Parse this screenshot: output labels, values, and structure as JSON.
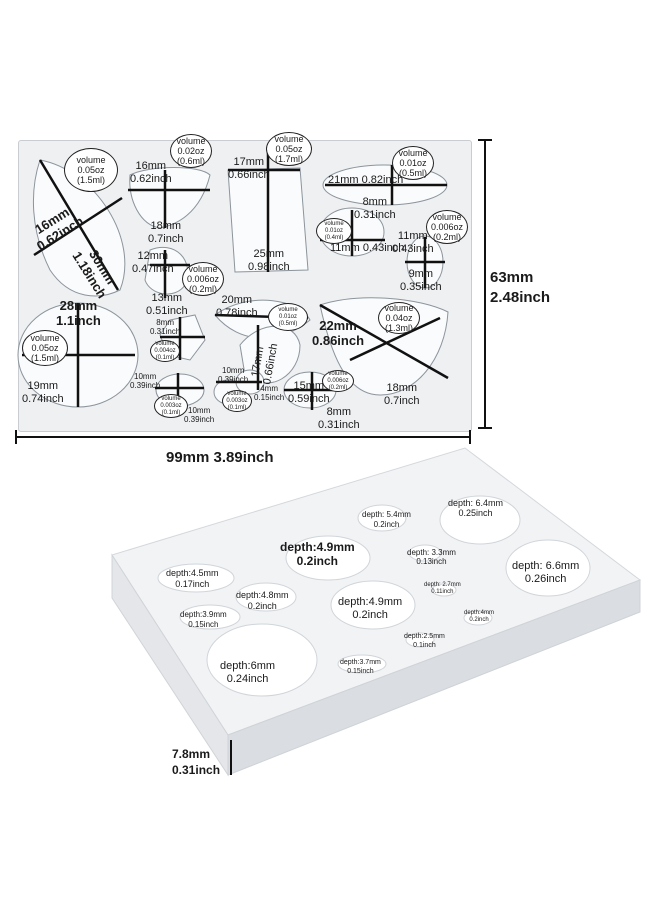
{
  "top_view": {
    "bubbles": [
      {
        "id": "b1",
        "l1": "volume",
        "l2": "0.05oz",
        "l3": "(1.5ml)"
      },
      {
        "id": "b2",
        "l1": "volume",
        "l2": "0.02oz",
        "l3": "(0.6ml)"
      },
      {
        "id": "b3",
        "l1": "volume",
        "l2": "0.05oz",
        "l3": "(1.7ml)"
      },
      {
        "id": "b4",
        "l1": "volume",
        "l2": "0.01oz",
        "l3": "(0.5ml)"
      },
      {
        "id": "b5",
        "l1": "volume",
        "l2": "0.006oz",
        "l3": "(0.2ml)"
      },
      {
        "id": "b6",
        "l1": "volume",
        "l2": "0.01oz",
        "l3": "(0.4ml)"
      },
      {
        "id": "b7",
        "l1": "volume",
        "l2": "0.006oz",
        "l3": "(0.2ml)"
      },
      {
        "id": "b8",
        "l1": "volume",
        "l2": "0.01oz",
        "l3": "(0.5ml)"
      },
      {
        "id": "b9",
        "l1": "volume",
        "l2": "0.04oz",
        "l3": "(1.3ml)"
      },
      {
        "id": "b10",
        "l1": "volume",
        "l2": "0.05oz",
        "l3": "(1.5ml)"
      },
      {
        "id": "b11",
        "l1": "volume",
        "l2": "0.004oz",
        "l3": "(0.1ml)"
      },
      {
        "id": "b12",
        "l1": "volume",
        "l2": "0.006oz",
        "l3": "(0.2ml)"
      },
      {
        "id": "b13",
        "l1": "volume",
        "l2": "0.003oz",
        "l3": "(0.1ml)"
      },
      {
        "id": "b14",
        "l1": "volume",
        "l2": "0.003oz",
        "l3": "(0.1ml)"
      }
    ],
    "dims": [
      {
        "id": "d1",
        "mm": "16mm",
        "inch": "0.62inch"
      },
      {
        "id": "d2",
        "mm": "30mm",
        "inch": "1.18inch"
      },
      {
        "id": "d3",
        "mm": "16mm",
        "inch": "0.62inch"
      },
      {
        "id": "d4",
        "mm": "18mm",
        "inch": "0.7inch"
      },
      {
        "id": "d5",
        "mm": "17mm",
        "inch": "0.66inch"
      },
      {
        "id": "d6",
        "mm": "25mm",
        "inch": "0.98inch"
      },
      {
        "id": "d7",
        "mm": "21mm",
        "inch": "0.82inch"
      },
      {
        "id": "d8",
        "mm": "8mm",
        "inch": "0.31inch"
      },
      {
        "id": "d9",
        "mm": "11mm",
        "inch": "0.43inch"
      },
      {
        "id": "d10",
        "mm": "11mm",
        "inch": "0.43inch"
      },
      {
        "id": "d11",
        "mm": "9mm",
        "inch": "0.35inch"
      },
      {
        "id": "d12",
        "mm": "12mm",
        "inch": "0.47inch"
      },
      {
        "id": "d13",
        "mm": "13mm",
        "inch": "0.51inch"
      },
      {
        "id": "d14",
        "mm": "28mm",
        "inch": "1.1inch"
      },
      {
        "id": "d15",
        "mm": "19mm",
        "inch": "0.74inch"
      },
      {
        "id": "d16",
        "mm": "8mm",
        "inch": "0.31inch"
      },
      {
        "id": "d17",
        "mm": "20mm",
        "inch": "0.78inch"
      },
      {
        "id": "d18",
        "mm": "17mm",
        "inch": "0.66inch"
      },
      {
        "id": "d19",
        "mm": "22mm",
        "inch": "0.86inch"
      },
      {
        "id": "d20",
        "mm": "18mm",
        "inch": "0.7inch"
      },
      {
        "id": "d21",
        "mm": "10mm",
        "inch": "0.39inch"
      },
      {
        "id": "d22",
        "mm": "10mm",
        "inch": "0.39inch"
      },
      {
        "id": "d23",
        "mm": "10mm",
        "inch": "0.39inch"
      },
      {
        "id": "d24",
        "mm": "4mm",
        "inch": "0.15inch"
      },
      {
        "id": "d25",
        "mm": "15mm",
        "inch": "0.59inch"
      },
      {
        "id": "d26",
        "mm": "8mm",
        "inch": "0.31inch"
      }
    ],
    "width_label": "99mm 3.89inch",
    "height_mm": "63mm",
    "height_inch": "2.48inch"
  },
  "angled_view": {
    "depths": [
      {
        "id": "p1",
        "l1": "depth: 6.4mm",
        "l2": "0.25inch"
      },
      {
        "id": "p2",
        "l1": "depth: 5.4mm",
        "l2": "0.2inch"
      },
      {
        "id": "p3",
        "l1": "depth:4.9mm",
        "l2": "0.2inch"
      },
      {
        "id": "p4",
        "l1": "depth: 3.3mm",
        "l2": "0.13inch"
      },
      {
        "id": "p5",
        "l1": "depth: 6.6mm",
        "l2": "0.26inch"
      },
      {
        "id": "p6",
        "l1": "depth:4.5mm",
        "l2": "0.17inch"
      },
      {
        "id": "p7",
        "l1": "depth: 2.7mm",
        "l2": "0.11inch"
      },
      {
        "id": "p8",
        "l1": "depth:4.8mm",
        "l2": "0.2inch"
      },
      {
        "id": "p9",
        "l1": "depth:4.9mm",
        "l2": "0.2inch"
      },
      {
        "id": "p10",
        "l1": "depth:4mm",
        "l2": "0.2inch"
      },
      {
        "id": "p11",
        "l1": "depth:3.9mm",
        "l2": "0.15inch"
      },
      {
        "id": "p12",
        "l1": "depth:2.5mm",
        "l2": "0.1inch"
      },
      {
        "id": "p13",
        "l1": "depth:6mm",
        "l2": "0.24inch"
      },
      {
        "id": "p14",
        "l1": "depth:3.7mm",
        "l2": "0.15inch"
      }
    ],
    "thickness_mm": "7.8mm",
    "thickness_inch": "0.31inch"
  }
}
